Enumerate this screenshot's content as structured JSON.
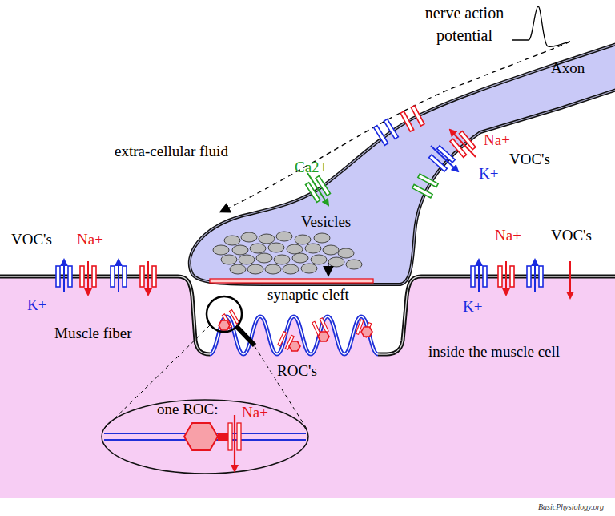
{
  "diagram": {
    "nodes": [
      {
        "text": [
          "Axon",
          "Vesicles"
        ]
      },
      {
        "text": [
          "Muscle fiber",
          "inside the muscle cell"
        ]
      },
      {
        "text": [
          "one ROC:"
        ],
        "in": 1
      }
    ],
    "labels": [
      "nerve action potential",
      "extra-cellular fluid",
      "Ca2+",
      "Na+",
      "K+",
      "VOC's",
      "VOC's",
      "Na+",
      "K+",
      "synaptic cleft",
      "Na+",
      "VOC's",
      "K+",
      "ROC's",
      "Na+",
      "BasicPhysiology.org"
    ]
  }
}
